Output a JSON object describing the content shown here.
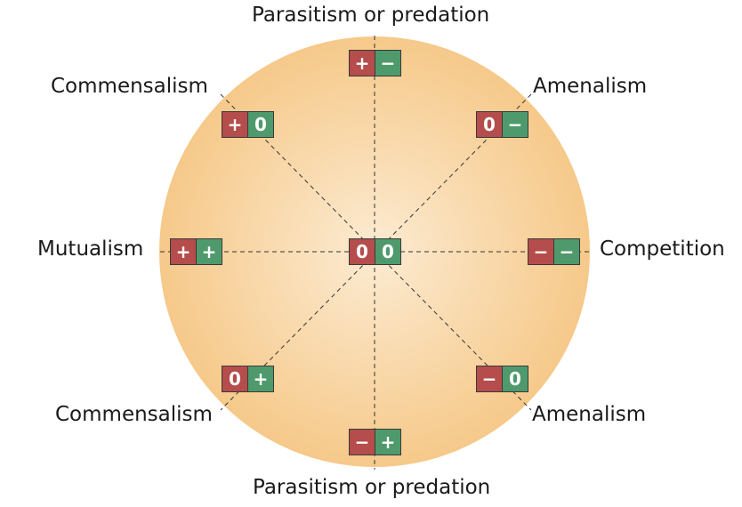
{
  "colors": {
    "species_a": "#b44d4b",
    "species_b": "#4f9a6c",
    "circle_edge": "#f6c98a",
    "circle_center": "#fcebd2",
    "guide_line": "#333333"
  },
  "center": {
    "a": "0",
    "b": "0"
  },
  "interactions": [
    {
      "id": "top",
      "label": "Parasitism or predation",
      "a": "+",
      "b": "−"
    },
    {
      "id": "top-right",
      "label": "Amenalism",
      "a": "0",
      "b": "−"
    },
    {
      "id": "right",
      "label": "Competition",
      "a": "−",
      "b": "−"
    },
    {
      "id": "bottom-right",
      "label": "Amenalism",
      "a": "−",
      "b": "0"
    },
    {
      "id": "bottom",
      "label": "Parasitism or predation",
      "a": "−",
      "b": "+"
    },
    {
      "id": "bottom-left",
      "label": "Commensalism",
      "a": "0",
      "b": "+"
    },
    {
      "id": "left",
      "label": "Mutualism",
      "a": "+",
      "b": "+"
    },
    {
      "id": "top-left",
      "label": "Commensalism",
      "a": "+",
      "b": "0"
    }
  ]
}
